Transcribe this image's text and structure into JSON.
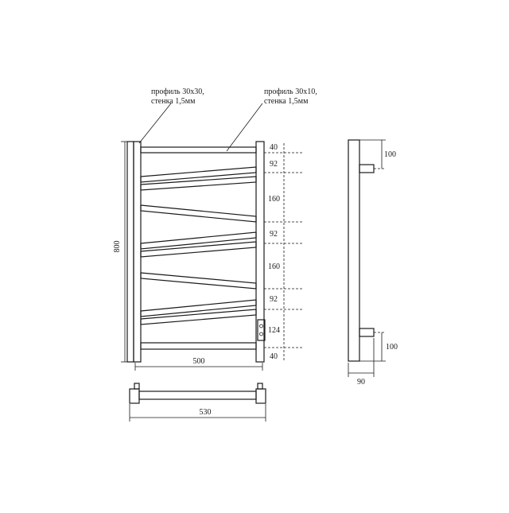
{
  "callouts": {
    "left_profile": {
      "line1": "профиль 30х30,",
      "line2": "стенка 1,5мм"
    },
    "right_profile": {
      "line1": "профиль 30х10,",
      "line2": "стенка 1,5мм"
    }
  },
  "dimensions": {
    "height": "800",
    "width_inner": "500",
    "width_total": "530",
    "depth": "90",
    "mount_top": "100",
    "mount_bottom": "100",
    "spacing": [
      "40",
      "92",
      "160",
      "92",
      "160",
      "92",
      "124",
      "40"
    ]
  }
}
